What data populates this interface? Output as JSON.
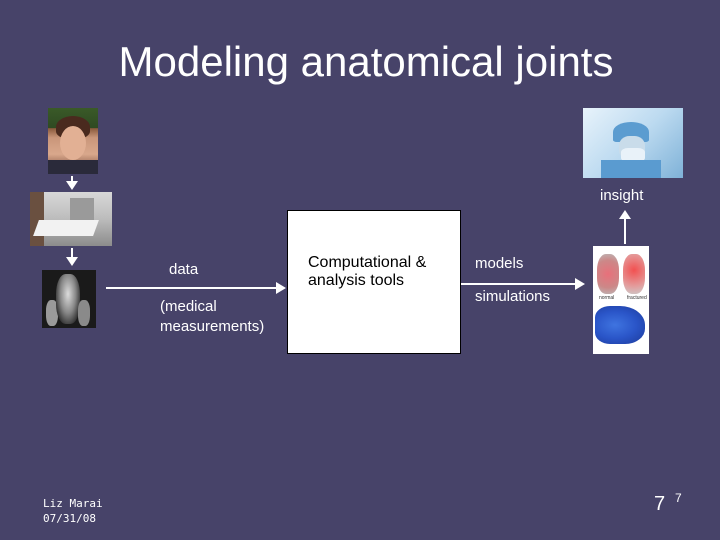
{
  "slide": {
    "title": "Modeling anatomical joints",
    "labels": {
      "insight": "insight",
      "data": "data",
      "medical_measurements": "(medical\nmeasurements)",
      "models": "models",
      "simulations": "simulations"
    },
    "box_text": "Computational & analysis tools",
    "wrist_caption_1": "normal",
    "wrist_caption_2": "fractured",
    "footer": {
      "author": "Liz Marai",
      "date": "07/31/08"
    },
    "page_number": "7",
    "page_number_small": "7"
  }
}
